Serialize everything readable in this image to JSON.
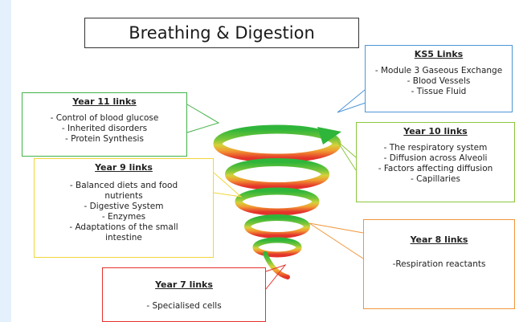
{
  "title": "Breathing & Digestion",
  "colors": {
    "ks5": "#4d96d6",
    "year11": "#43b24a",
    "year10": "#8cc63f",
    "year9": "#f1d63b",
    "year8": "#f0963b",
    "year7": "#e5322d"
  },
  "ks5": {
    "heading": "KS5 Links",
    "items": [
      "- Module 3 Gaseous Exchange",
      "- Blood Vessels",
      "- Tissue Fluid"
    ]
  },
  "year11": {
    "heading": "Year 11 links",
    "items": [
      "- Control of blood glucose",
      "- Inherited disorders",
      "- Protein Synthesis"
    ]
  },
  "year10": {
    "heading": "Year 10 links",
    "items": [
      "- The respiratory system",
      "- Diffusion across Alveoli",
      "- Factors affecting diffusion",
      "- Capillaries"
    ]
  },
  "year9": {
    "heading": "Year 9 links",
    "items": [
      "- Balanced diets and food nutrients",
      "- Digestive System",
      "- Enzymes",
      "- Adaptations of the small intestine"
    ]
  },
  "year8": {
    "heading": "Year 8 links",
    "items": [
      "-Respiration reactants"
    ]
  },
  "year7": {
    "heading": "Year 7 links",
    "items": [
      "- Specialised cells"
    ]
  }
}
